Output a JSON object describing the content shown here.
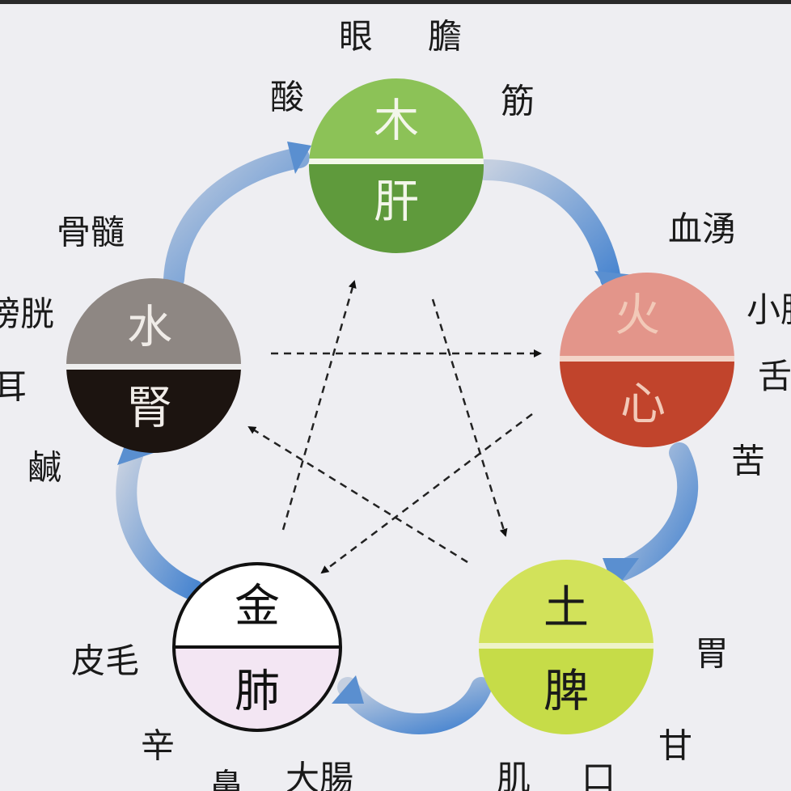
{
  "elements": {
    "wood": {
      "element": "木",
      "organ": "肝",
      "top_color": "#8cc257",
      "bottom_color": "#5f9a3c"
    },
    "fire": {
      "element": "火",
      "organ": "心",
      "top_color": "#e3958a",
      "bottom_color": "#c1442c"
    },
    "earth": {
      "element": "土",
      "organ": "脾",
      "top_color": "#d2e25a",
      "bottom_color": "#c6dc48"
    },
    "metal": {
      "element": "金",
      "organ": "肺",
      "top_color": "#ffffff",
      "bottom_color": "#f3e6f3"
    },
    "water": {
      "element": "水",
      "organ": "腎",
      "top_color": "#8e8783",
      "bottom_color": "#1c1410"
    }
  },
  "labels": {
    "wood": [
      "眼",
      "膽",
      "酸",
      "筋"
    ],
    "fire": [
      "血湧",
      "小腸",
      "舌",
      "苦"
    ],
    "earth": [
      "胃",
      "甘",
      "口",
      "肌"
    ],
    "metal": [
      "皮毛",
      "辛",
      "鼻",
      "大腸"
    ],
    "water": [
      "骨髓",
      "膀胱",
      "耳",
      "鹹"
    ]
  },
  "colors": {
    "arrow_blue": "#4a86d0",
    "arrow_light": "#b8c6dc",
    "dash": "#222222"
  }
}
